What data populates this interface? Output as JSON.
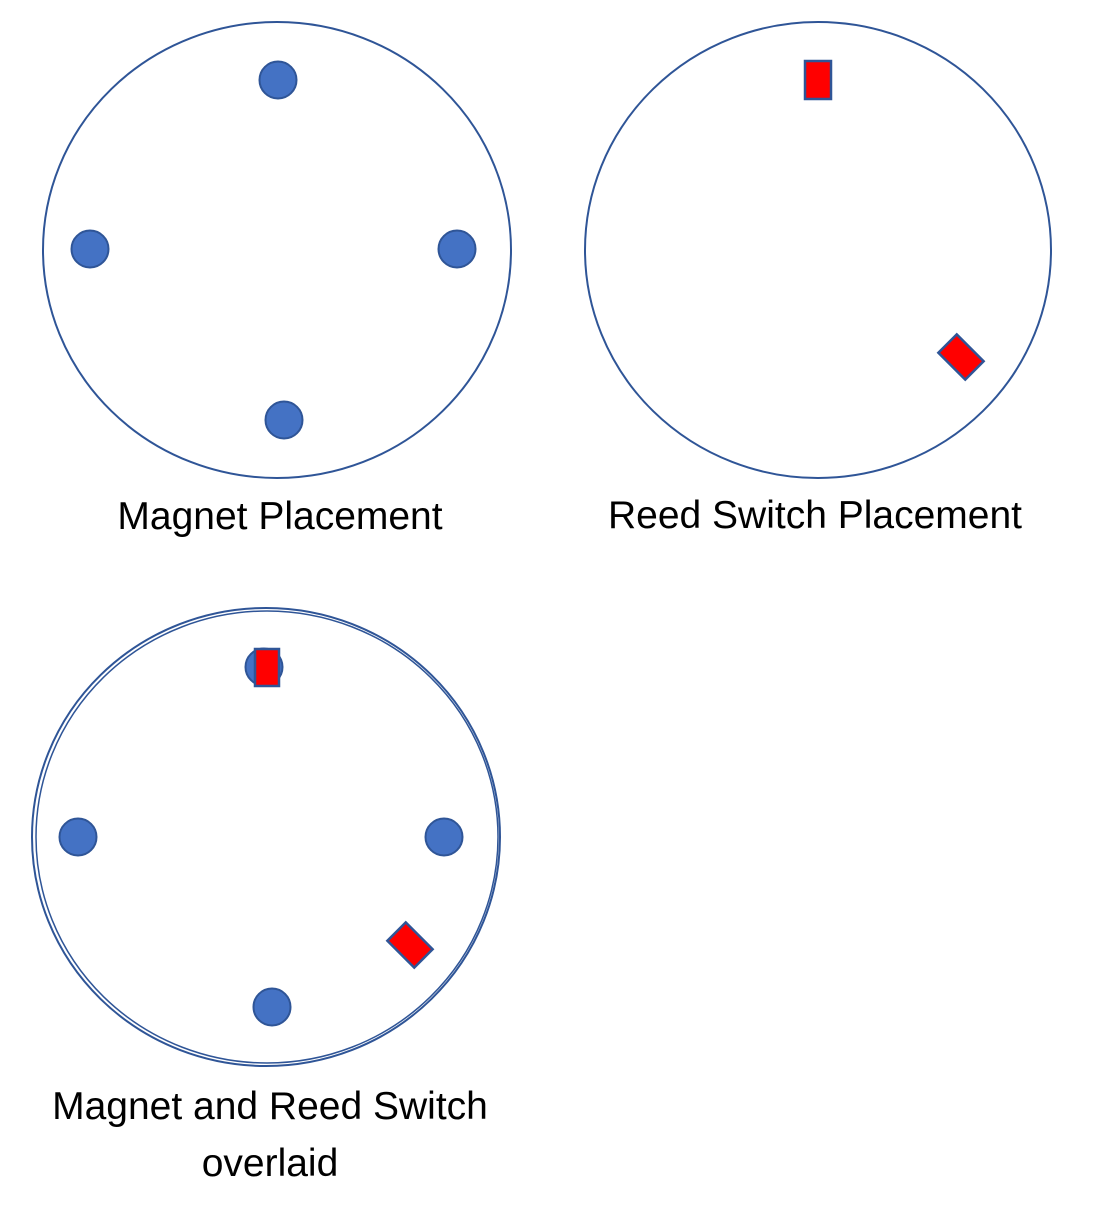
{
  "colors": {
    "outline": "#2f5597",
    "magnet_fill": "#4472c4",
    "magnet_stroke": "#2f5597",
    "switch_fill": "#ff0000",
    "switch_stroke": "#2f5597",
    "text": "#000000"
  },
  "panels": [
    {
      "id": "magnet-placement",
      "caption_lines": [
        "Magnet Placement"
      ],
      "magnets": [
        "top",
        "left",
        "right",
        "bottom"
      ],
      "reed_switches": []
    },
    {
      "id": "reed-switch-placement",
      "caption_lines": [
        "Reed Switch Placement"
      ],
      "magnets": [],
      "reed_switches": [
        "top",
        "lower-right-rotated"
      ]
    },
    {
      "id": "overlay",
      "caption_lines": [
        "Magnet and Reed Switch",
        "overlaid"
      ],
      "magnets": [
        "top",
        "left",
        "right",
        "bottom"
      ],
      "reed_switches": [
        "top",
        "lower-right-rotated"
      ]
    }
  ]
}
